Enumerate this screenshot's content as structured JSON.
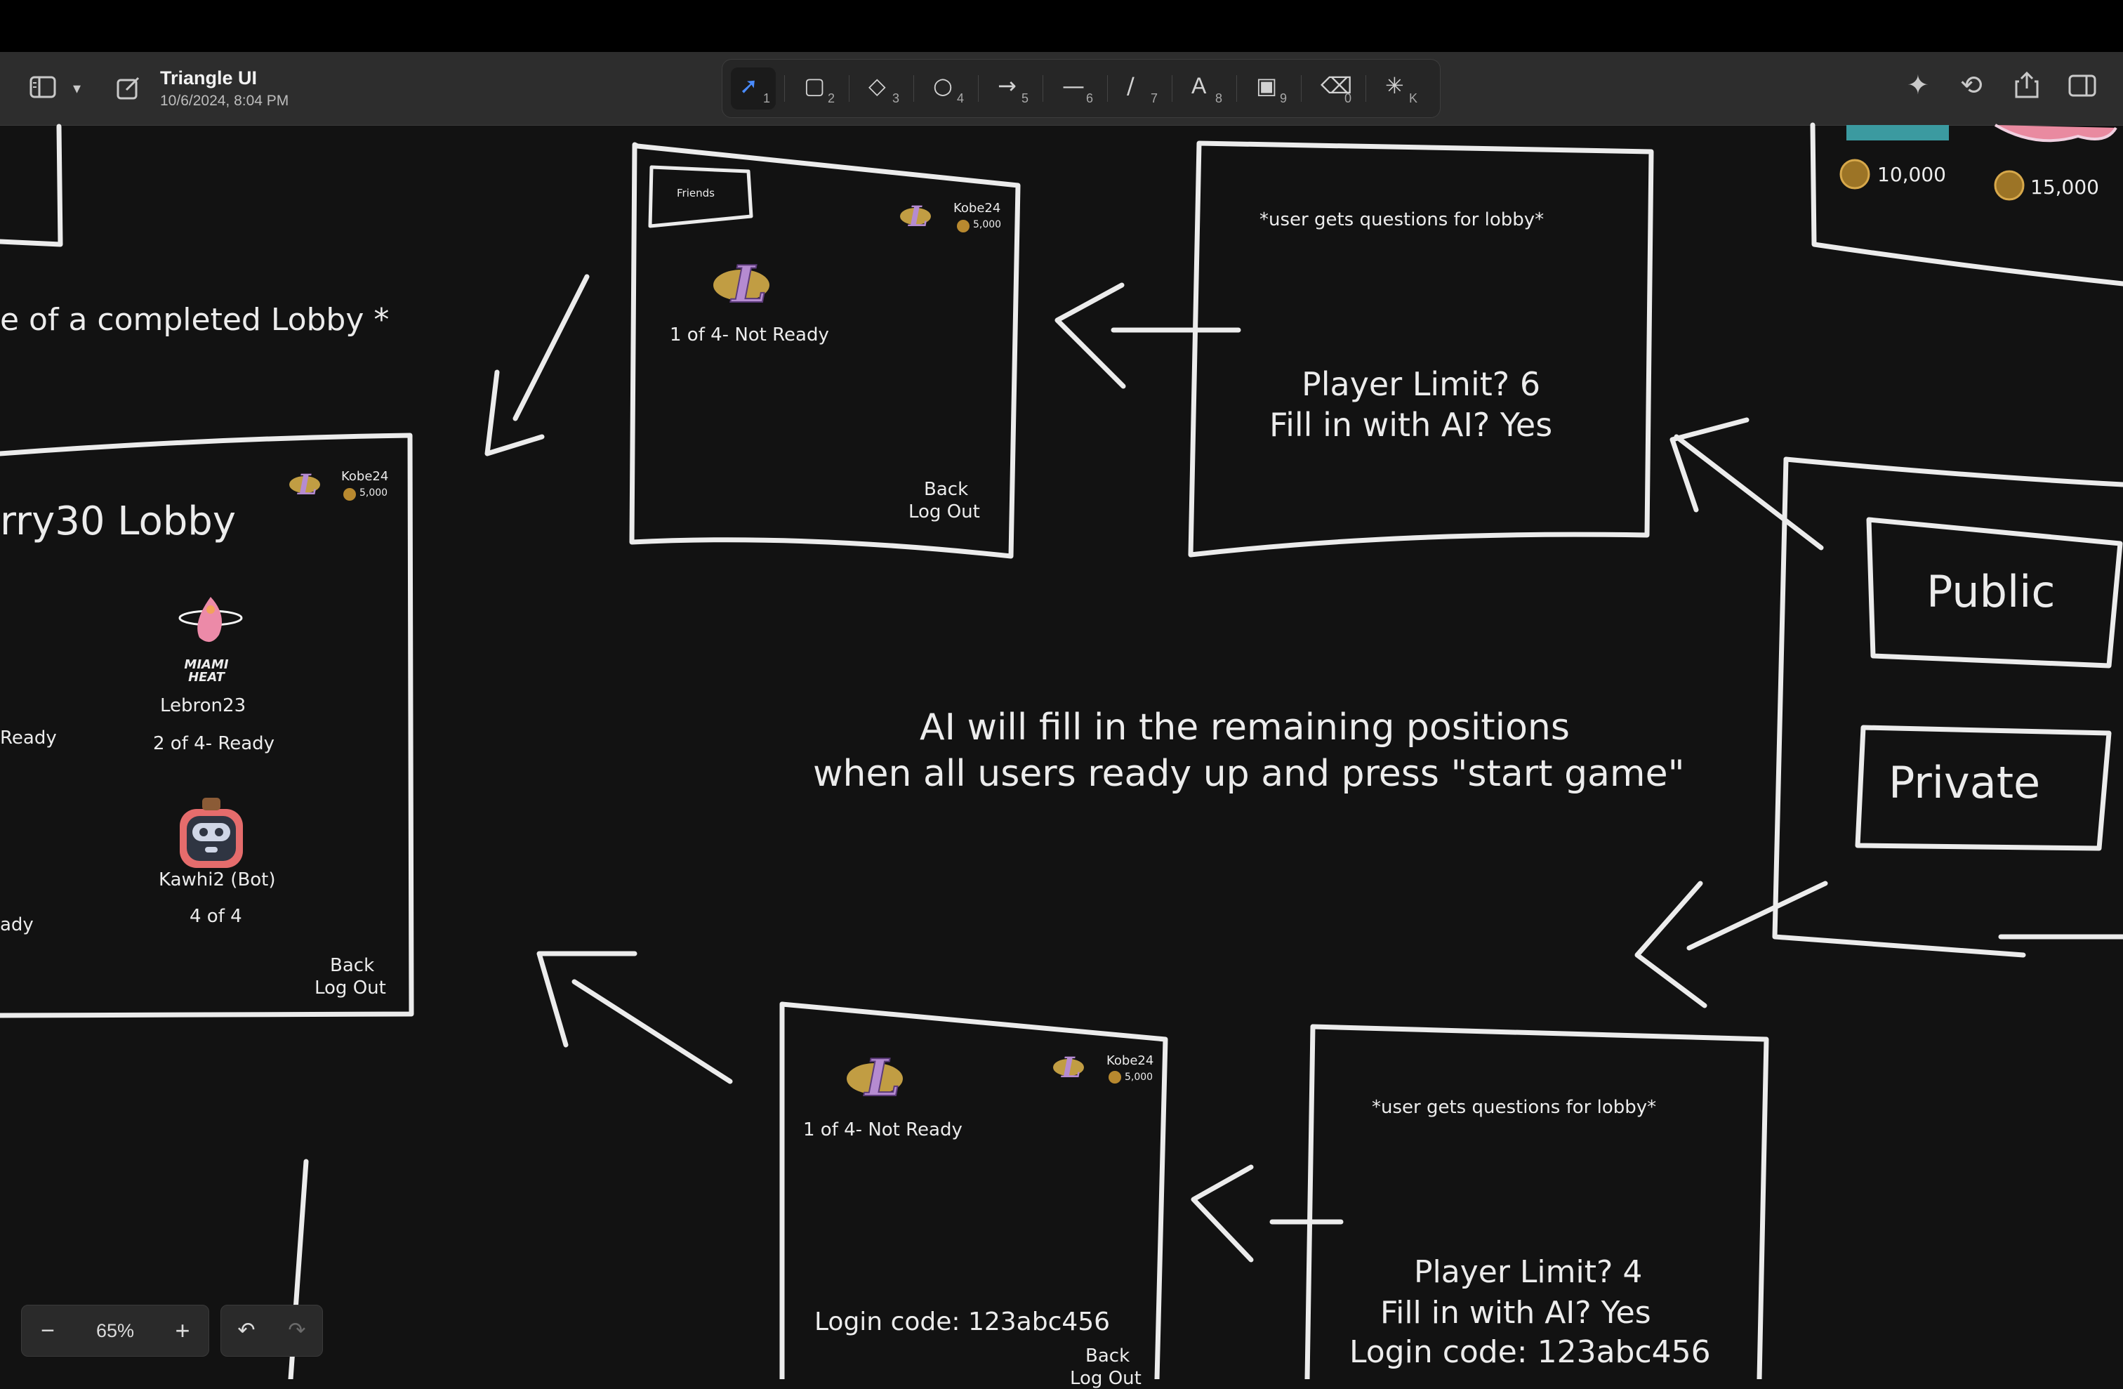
{
  "document": {
    "title": "Triangle UI",
    "date": "10/6/2024, 8:04 PM"
  },
  "toolbar": {
    "tools": [
      {
        "icon": "select-arrow-icon",
        "key": "1",
        "active": true
      },
      {
        "icon": "rectangle-icon",
        "key": "2"
      },
      {
        "icon": "diamond-icon",
        "key": "3"
      },
      {
        "icon": "ellipse-icon",
        "key": "4"
      },
      {
        "icon": "arrow-icon",
        "key": "5"
      },
      {
        "icon": "line-icon",
        "key": "6"
      },
      {
        "icon": "draw-icon",
        "key": "7"
      },
      {
        "icon": "text-icon",
        "key": "8"
      },
      {
        "icon": "image-icon",
        "key": "9"
      },
      {
        "icon": "eraser-icon",
        "key": "0"
      },
      {
        "icon": "laser-icon",
        "key": "K"
      }
    ],
    "accent_color": "#4a8cff"
  },
  "canvas": {
    "completed_lobby_caption": "e of a completed Lobby *",
    "lobby_left": {
      "title": "rry30 Lobby",
      "user": "Kobe24",
      "coins": "5,000",
      "player_a": "Lebron23",
      "player_a_status": "2 of 4- Ready",
      "player_b": "Kawhi2 (Bot)",
      "player_b_status": "4 of 4",
      "left_status_1": "Ready",
      "left_status_2": "ady",
      "back": "Back",
      "logout": "Log Out",
      "heat_logo_text": "MIAMI HEAT"
    },
    "lobby_top": {
      "friends": "Friends",
      "user": "Kobe24",
      "coins": "5,000",
      "status": "1 of 4- Not Ready",
      "back": "Back",
      "logout": "Log Out"
    },
    "questions_top": {
      "note": "*user gets questions for lobby*",
      "line1": "Player Limit? 6",
      "line2": "Fill in with AI? Yes"
    },
    "store": {
      "price_a": "10,000",
      "price_b": "15,000"
    },
    "public_label": "Public",
    "private_label": "Private",
    "ai_note_line1": "AI will fill in the remaining positions",
    "ai_note_line2": "when all users ready up and press \"start game\"",
    "lobby_bottom": {
      "user": "Kobe24",
      "coins": "5,000",
      "status": "1 of 4- Not Ready",
      "login_code": "Login code: 123abc456",
      "back": "Back",
      "logout": "Log Out"
    },
    "questions_bottom": {
      "note": "*user gets questions for lobby*",
      "line1": "Player Limit? 4",
      "line2": "Fill in with AI? Yes",
      "line3": "Login code: 123abc456"
    }
  },
  "zoom": {
    "level": "65%",
    "minus": "−",
    "plus": "+"
  },
  "history": {
    "undo": "↶",
    "redo": "↷"
  }
}
